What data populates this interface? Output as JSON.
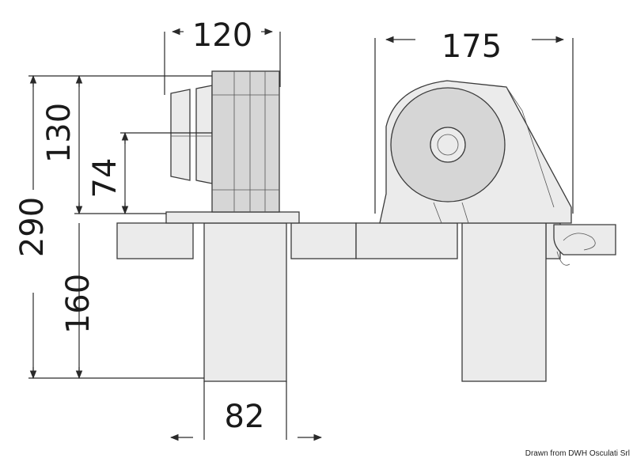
{
  "dimensions": {
    "top_width_left": "120",
    "top_width_right": "175",
    "height_upper": "130",
    "height_shaft": "74",
    "height_total": "290",
    "height_lower": "160",
    "bottom_width": "82"
  },
  "credit": "Drawn from DWH Osculati Srl"
}
